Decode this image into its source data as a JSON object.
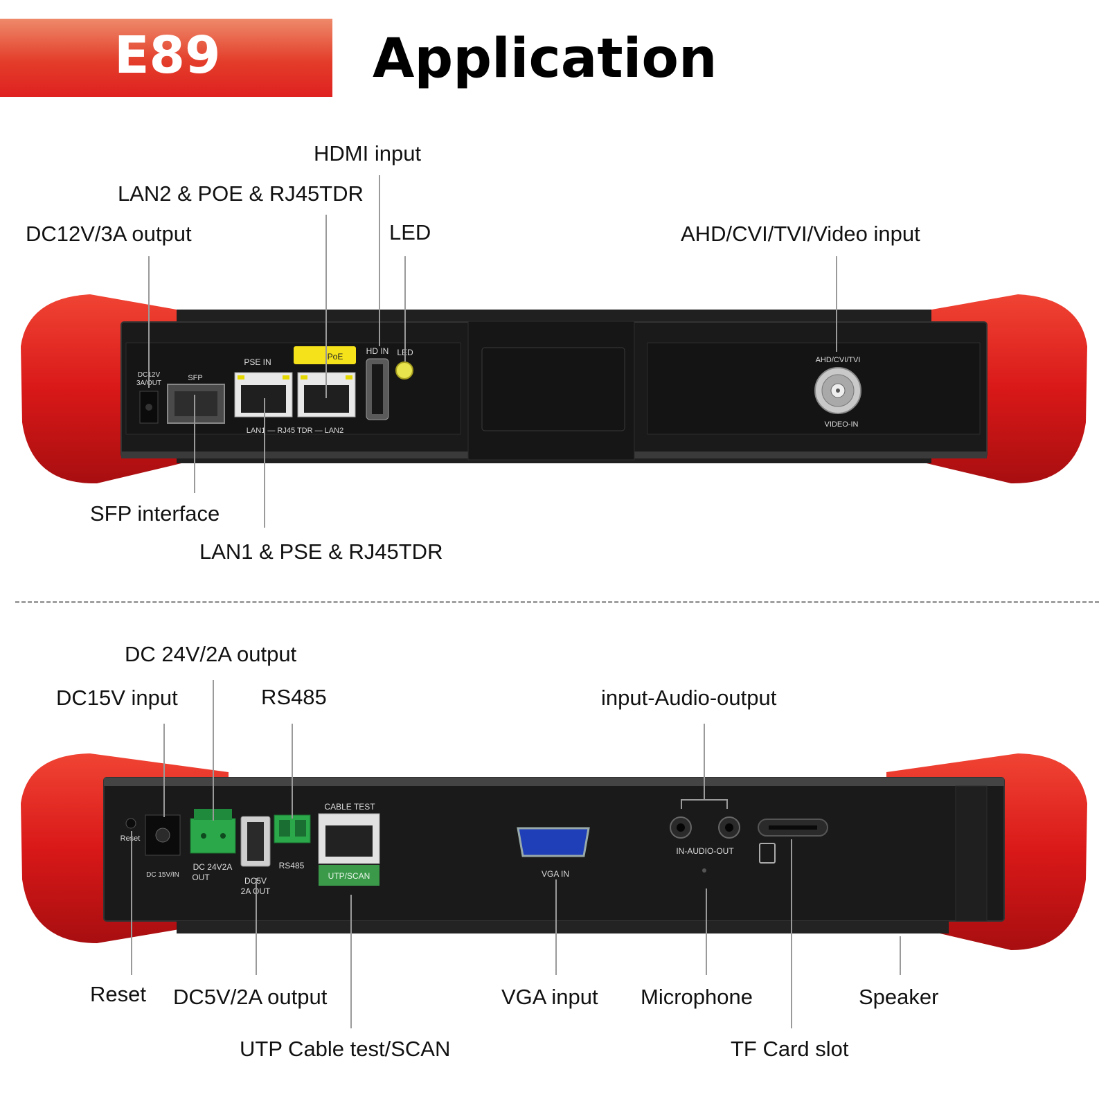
{
  "header": {
    "model": "E89",
    "title": "Application"
  },
  "top_panel": {
    "labels": {
      "hdmi": "HDMI input",
      "lan2": "LAN2 & POE & RJ45TDR",
      "dc12": "DC12V/3A output",
      "led": "LED",
      "ahd": "AHD/CVI/TVI/Video input",
      "sfp": "SFP interface",
      "lan1": "LAN1 & PSE & RJ45TDR"
    },
    "printed": {
      "dc12": [
        "DC12V",
        "3A/OUT"
      ],
      "sfp": "SFP",
      "pse_in": "PSE IN",
      "poe": "PoE",
      "hd_in": "HD IN",
      "led": "LED",
      "lan_row": "LAN1 — RJ45 TDR — LAN2",
      "ahd": "AHD/CVI/TVI",
      "video_in": "VIDEO-IN"
    }
  },
  "bottom_panel": {
    "labels": {
      "dc24": "DC 24V/2A output",
      "dc15": "DC15V input",
      "rs485": "RS485",
      "audio": "input-Audio-output",
      "reset": "Reset",
      "dc5": "DC5V/2A output",
      "vga": "VGA input",
      "mic": "Microphone",
      "speaker": "Speaker",
      "utp": "UTP Cable test/SCAN",
      "tf": "TF Card slot"
    },
    "printed": {
      "reset": "Reset",
      "dc15": "DC 15V/IN",
      "dc24": [
        "DC 24V2A",
        "OUT"
      ],
      "dc5": [
        "DC5V",
        "2A OUT"
      ],
      "rs485": "RS485",
      "cable_test": "CABLE TEST",
      "utp_scan": "UTP/SCAN",
      "vga_in": "VGA IN",
      "audio": "IN-AUDIO-OUT"
    }
  },
  "colors": {
    "brand_red": "#e0221f",
    "body_black": "#1b1b1b",
    "terminal_green": "#2aa84a",
    "poe_yellow": "#f5e21a",
    "vga_blue": "#1f3fb8"
  }
}
